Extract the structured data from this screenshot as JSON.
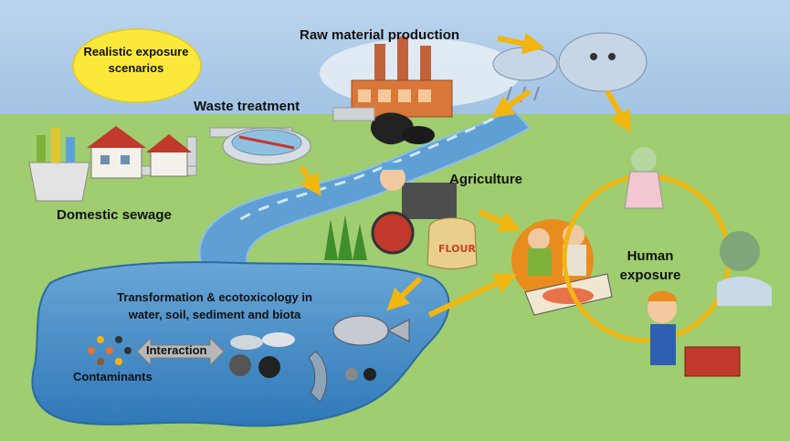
{
  "labels": {
    "raw_material_production": "Raw material production",
    "waste_treatment": "Waste treatment",
    "agriculture": "Agriculture",
    "domestic_sewage": "Domestic sewage",
    "human_exposure": "Human exposure",
    "transformation": "Transformation & ecotoxicology in water, soil, sediment and biota",
    "contaminants": "Contaminants",
    "interaction": "Interaction",
    "realistic_exposure": "Realistic exposure scenarios",
    "flour": "FLOUR"
  },
  "colors": {
    "sky": "#a9c9e8",
    "ground": "#9fcd6f",
    "river": "#5f9fd3",
    "lake": "#3d86c4",
    "arrow": "#f2b610",
    "bubble": "#fbe83a",
    "factory": "#d9773a",
    "cloud": "#c6d6e6"
  }
}
